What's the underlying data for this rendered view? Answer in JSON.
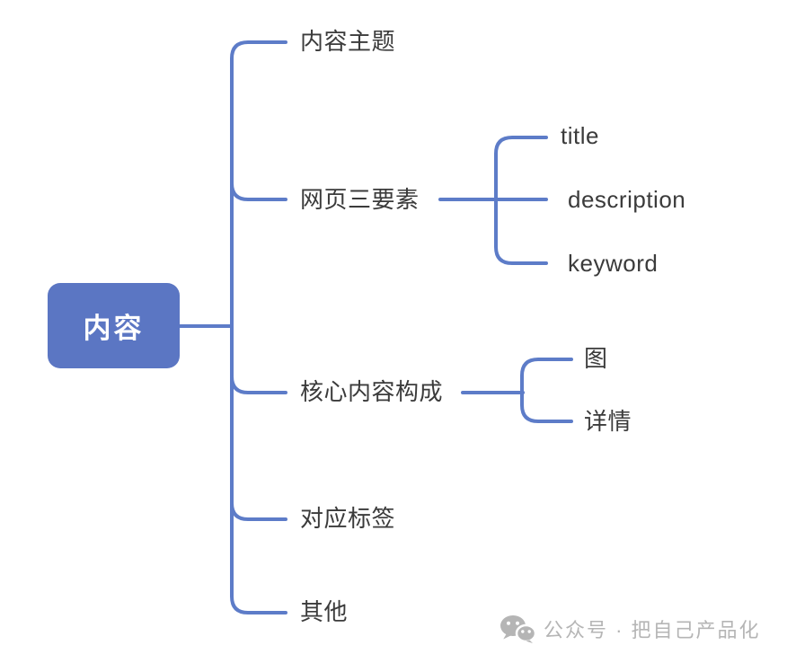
{
  "mindmap": {
    "root": {
      "label": "内容",
      "fill_color": "#5b76c3",
      "text_color": "#ffffff"
    },
    "line_color": "#5d7cc8",
    "label_color": "#3b3b3b",
    "branches": [
      {
        "label": "内容主题",
        "children": []
      },
      {
        "label": "网页三要素",
        "children": [
          {
            "label": "title"
          },
          {
            "label": "description"
          },
          {
            "label": "keyword"
          }
        ]
      },
      {
        "label": "核心内容构成",
        "children": [
          {
            "label": "图"
          },
          {
            "label": "详情"
          }
        ]
      },
      {
        "label": "对应标签",
        "children": []
      },
      {
        "label": "其他",
        "children": []
      }
    ]
  },
  "watermark": {
    "icon": "wechat-icon",
    "text": "公众号 · 把自己产品化",
    "color": "#b5b5b5"
  }
}
